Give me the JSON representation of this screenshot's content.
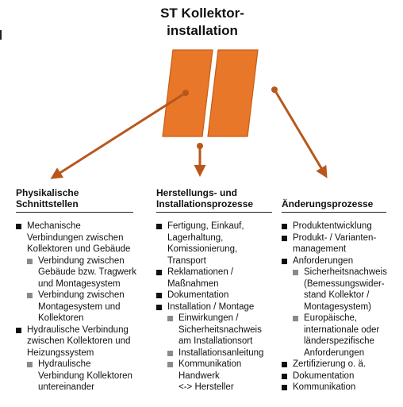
{
  "title": {
    "line1": "ST Kollektor-",
    "line2": "installation"
  },
  "colors": {
    "panel_fill": "#e8772a",
    "panel_stroke": "#c65d16",
    "arrow": "#b8571a"
  },
  "columns": [
    {
      "heading": [
        "Physikalische",
        "Schnittstellen"
      ],
      "items": [
        {
          "level": 1,
          "lines": [
            "Mechanische",
            "Verbindungen zwischen",
            "Kollektoren und Gebäude"
          ]
        },
        {
          "level": 2,
          "lines": [
            "Verbindung zwischen",
            "Gebäude bzw. Tragwerk",
            "und Montagesystem"
          ]
        },
        {
          "level": 2,
          "lines": [
            "Verbindung zwischen",
            "Montagesystem und",
            "Kollektoren"
          ]
        },
        {
          "level": 1,
          "lines": [
            "Hydraulische Verbindung",
            "zwischen Kollektoren und",
            "Heizungssystem"
          ]
        },
        {
          "level": 2,
          "lines": [
            "Hydraulische",
            "Verbindung Kollektoren",
            "untereinander"
          ]
        }
      ]
    },
    {
      "heading": [
        "Herstellungs- und",
        "Installationsprozesse"
      ],
      "items": [
        {
          "level": 1,
          "lines": [
            "Fertigung, Einkauf,",
            "Lagerhaltung,",
            "Komissionierung,",
            "Transport"
          ]
        },
        {
          "level": 1,
          "lines": [
            "Reklamationen /",
            "Maßnahmen"
          ]
        },
        {
          "level": 1,
          "lines": [
            "Dokumentation"
          ]
        },
        {
          "level": 1,
          "lines": [
            "Installation / Montage"
          ]
        },
        {
          "level": 2,
          "lines": [
            "Einwirkungen /",
            "Sicherheitsnachweis",
            "am Installationsort"
          ]
        },
        {
          "level": 2,
          "lines": [
            "Installationsanleitung"
          ]
        },
        {
          "level": 2,
          "lines": [
            "Kommunikation",
            "Handwerk",
            "<-> Hersteller"
          ]
        }
      ]
    },
    {
      "heading": [
        "Änderungsprozesse"
      ],
      "items": [
        {
          "level": 1,
          "lines": [
            "Produktentwicklung"
          ]
        },
        {
          "level": 1,
          "lines": [
            "Produkt- / Varianten-",
            "management"
          ]
        },
        {
          "level": 1,
          "lines": [
            "Anforderungen"
          ]
        },
        {
          "level": 2,
          "lines": [
            "Sicherheitsnachweis",
            "(Bemessungswider-",
            "stand Kollektor /",
            "Montagesystem)"
          ]
        },
        {
          "level": 2,
          "lines": [
            "Europäische,",
            "internationale oder",
            "länderspezifische",
            "Anforderungen"
          ]
        },
        {
          "level": 1,
          "lines": [
            "Zertifizierung o. ä."
          ]
        },
        {
          "level": 1,
          "lines": [
            "Dokumentation"
          ]
        },
        {
          "level": 1,
          "lines": [
            "Kommunikation"
          ]
        }
      ]
    }
  ]
}
